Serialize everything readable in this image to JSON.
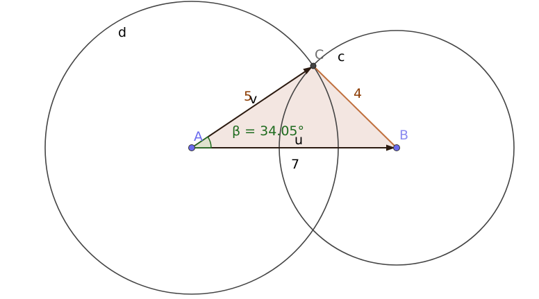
{
  "labels": {
    "circle_d": "d",
    "circle_c": "c",
    "point_A": "A",
    "point_B": "B",
    "point_C": "C",
    "vector_u": "u",
    "vector_v": "v",
    "side_AB": "7",
    "side_AC": "5",
    "side_BC": "4",
    "angle": "β = 34.05°"
  },
  "colors": {
    "circle": "#444444",
    "vector": "#2b1a10",
    "segment_bc": "#c0703e",
    "triangle_fill": "#f3e6e1",
    "point_ab": "#6a6aee",
    "point_c": "#333333",
    "label_point": "#6a6aee",
    "label_length": "#8b3a00",
    "angle": "#1e6b1e"
  }
}
